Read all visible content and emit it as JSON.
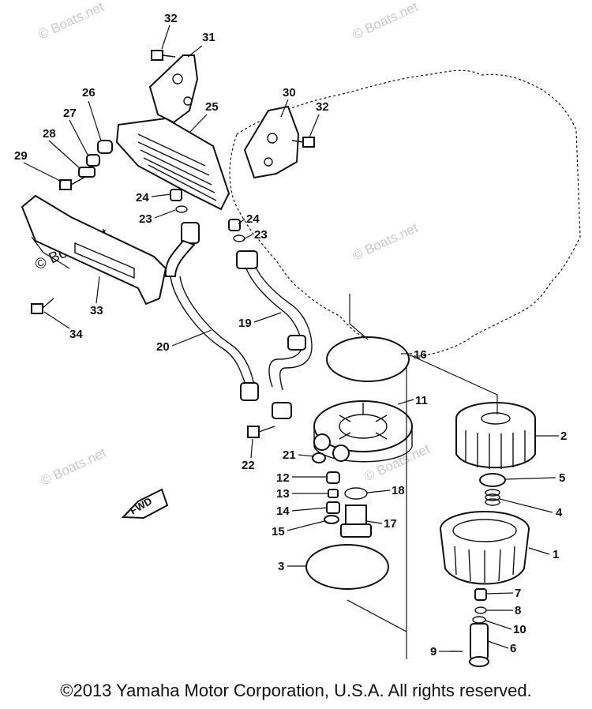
{
  "watermark": "© Boats.net",
  "fwd_label": "FWD",
  "copyright": "©2013 Yamaha Motor Corporation, U.S.A. All rights reserved.",
  "callouts": [
    "1",
    "2",
    "3",
    "4",
    "5",
    "6",
    "7",
    "8",
    "9",
    "10",
    "11",
    "12",
    "13",
    "14",
    "15",
    "16",
    "17",
    "18",
    "19",
    "20",
    "21",
    "22",
    "23",
    "24",
    "25",
    "26",
    "27",
    "28",
    "29",
    "30",
    "31",
    "32",
    "33",
    "34"
  ]
}
